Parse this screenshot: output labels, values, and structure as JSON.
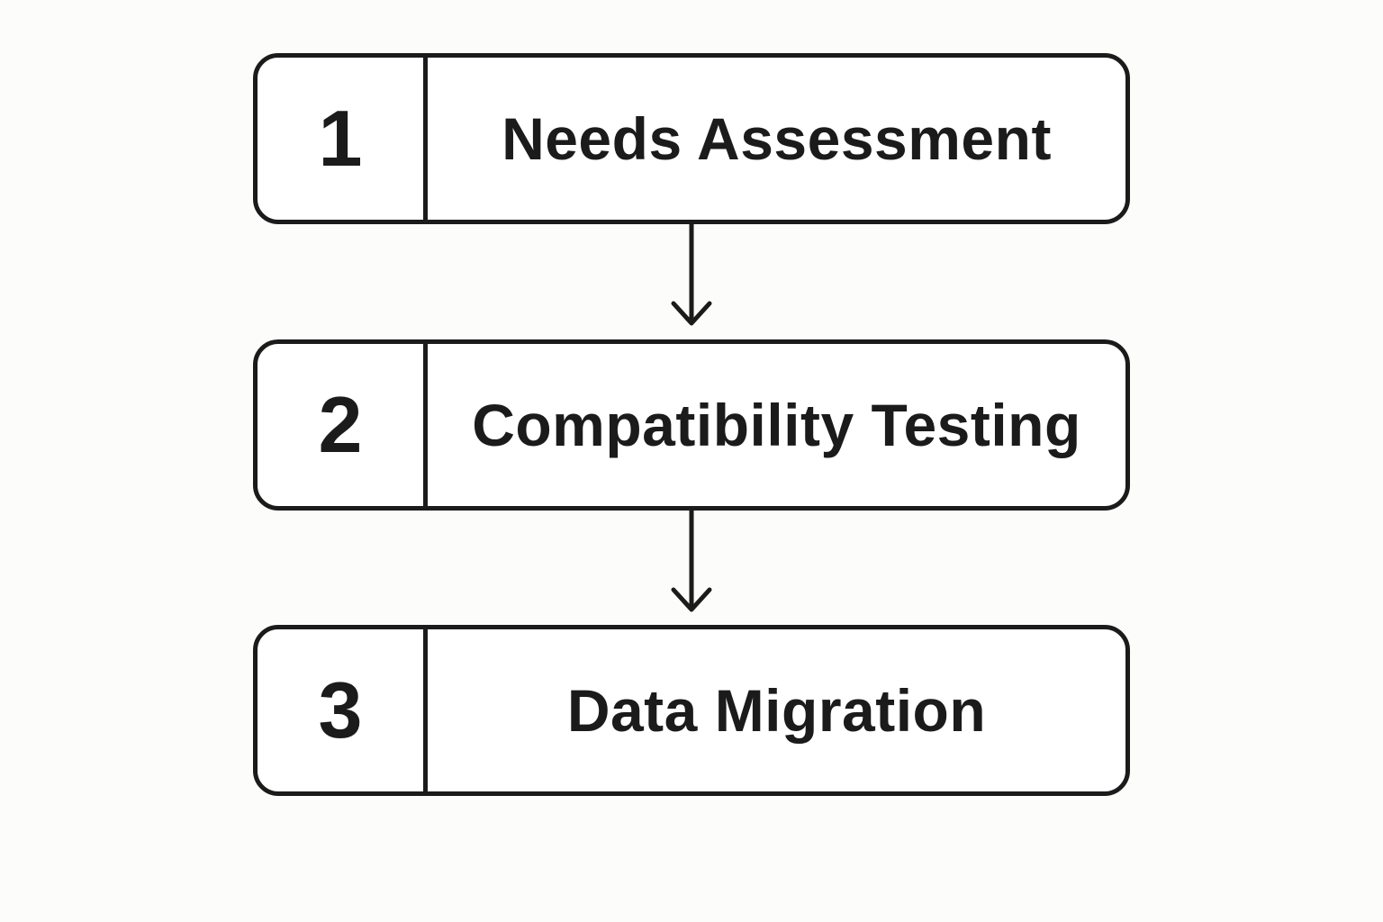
{
  "steps": [
    {
      "number": "1",
      "label": "Needs Assessment"
    },
    {
      "number": "2",
      "label": "Compatibility Testing"
    },
    {
      "number": "3",
      "label": "Data Migration"
    }
  ],
  "colors": {
    "stroke": "#1b1b1b",
    "background": "#fcfcfa",
    "box_fill": "#ffffff"
  },
  "connectors": [
    {
      "from": "1",
      "to": "2",
      "icon": "arrow-down-icon"
    },
    {
      "from": "2",
      "to": "3",
      "icon": "arrow-down-icon"
    }
  ]
}
